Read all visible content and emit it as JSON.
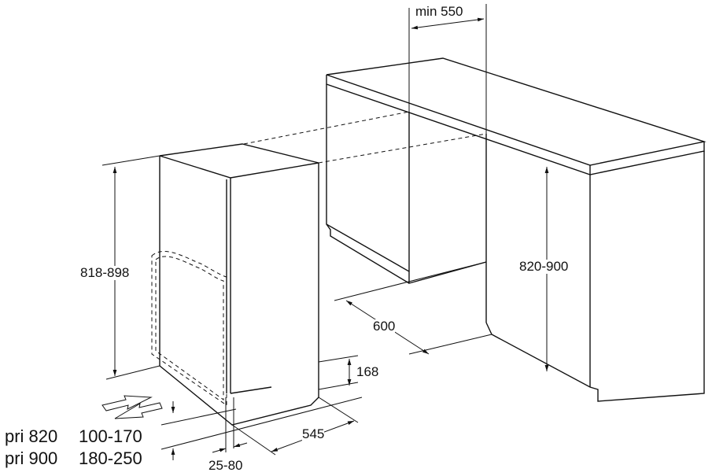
{
  "dimensions": {
    "niche_width": "min 550",
    "appliance_height": "818-898",
    "worktop_height": "820-900",
    "depth_niche": "600",
    "plinth_height": "168",
    "appliance_depth": "545",
    "door_offset": "25-80"
  },
  "plinth_table": [
    {
      "label": "pri 820",
      "range": "100-170"
    },
    {
      "label": "pri 900",
      "range": "180-250"
    }
  ]
}
